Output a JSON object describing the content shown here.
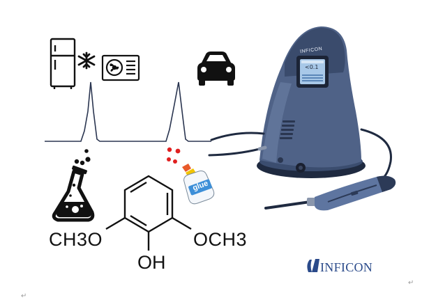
{
  "molecule": {
    "left_group": "CH3O",
    "right_group": "OCH3",
    "bottom_group": "OH"
  },
  "device": {
    "screen_value": "<0.1",
    "brand": "INFICON"
  },
  "glue_label": "glue",
  "brand": {
    "name": "INFICON"
  },
  "paragraph_marks": [
    "↵",
    "↵"
  ],
  "colors": {
    "ink": "#111111",
    "device_body": "#4f6287",
    "device_dark": "#2c3a57",
    "screen": "#a8c8e8",
    "red_dots": "#e02020",
    "brand_blue": "#2a4a8a",
    "glue_cap": "#e85a2a",
    "glue_label": "#3d8fd8"
  },
  "icons": [
    "fridge-icon",
    "snowflake-icon",
    "air-conditioner-icon",
    "car-icon",
    "flask-icon",
    "glue-bottle-icon",
    "inficon-logo-icon"
  ]
}
